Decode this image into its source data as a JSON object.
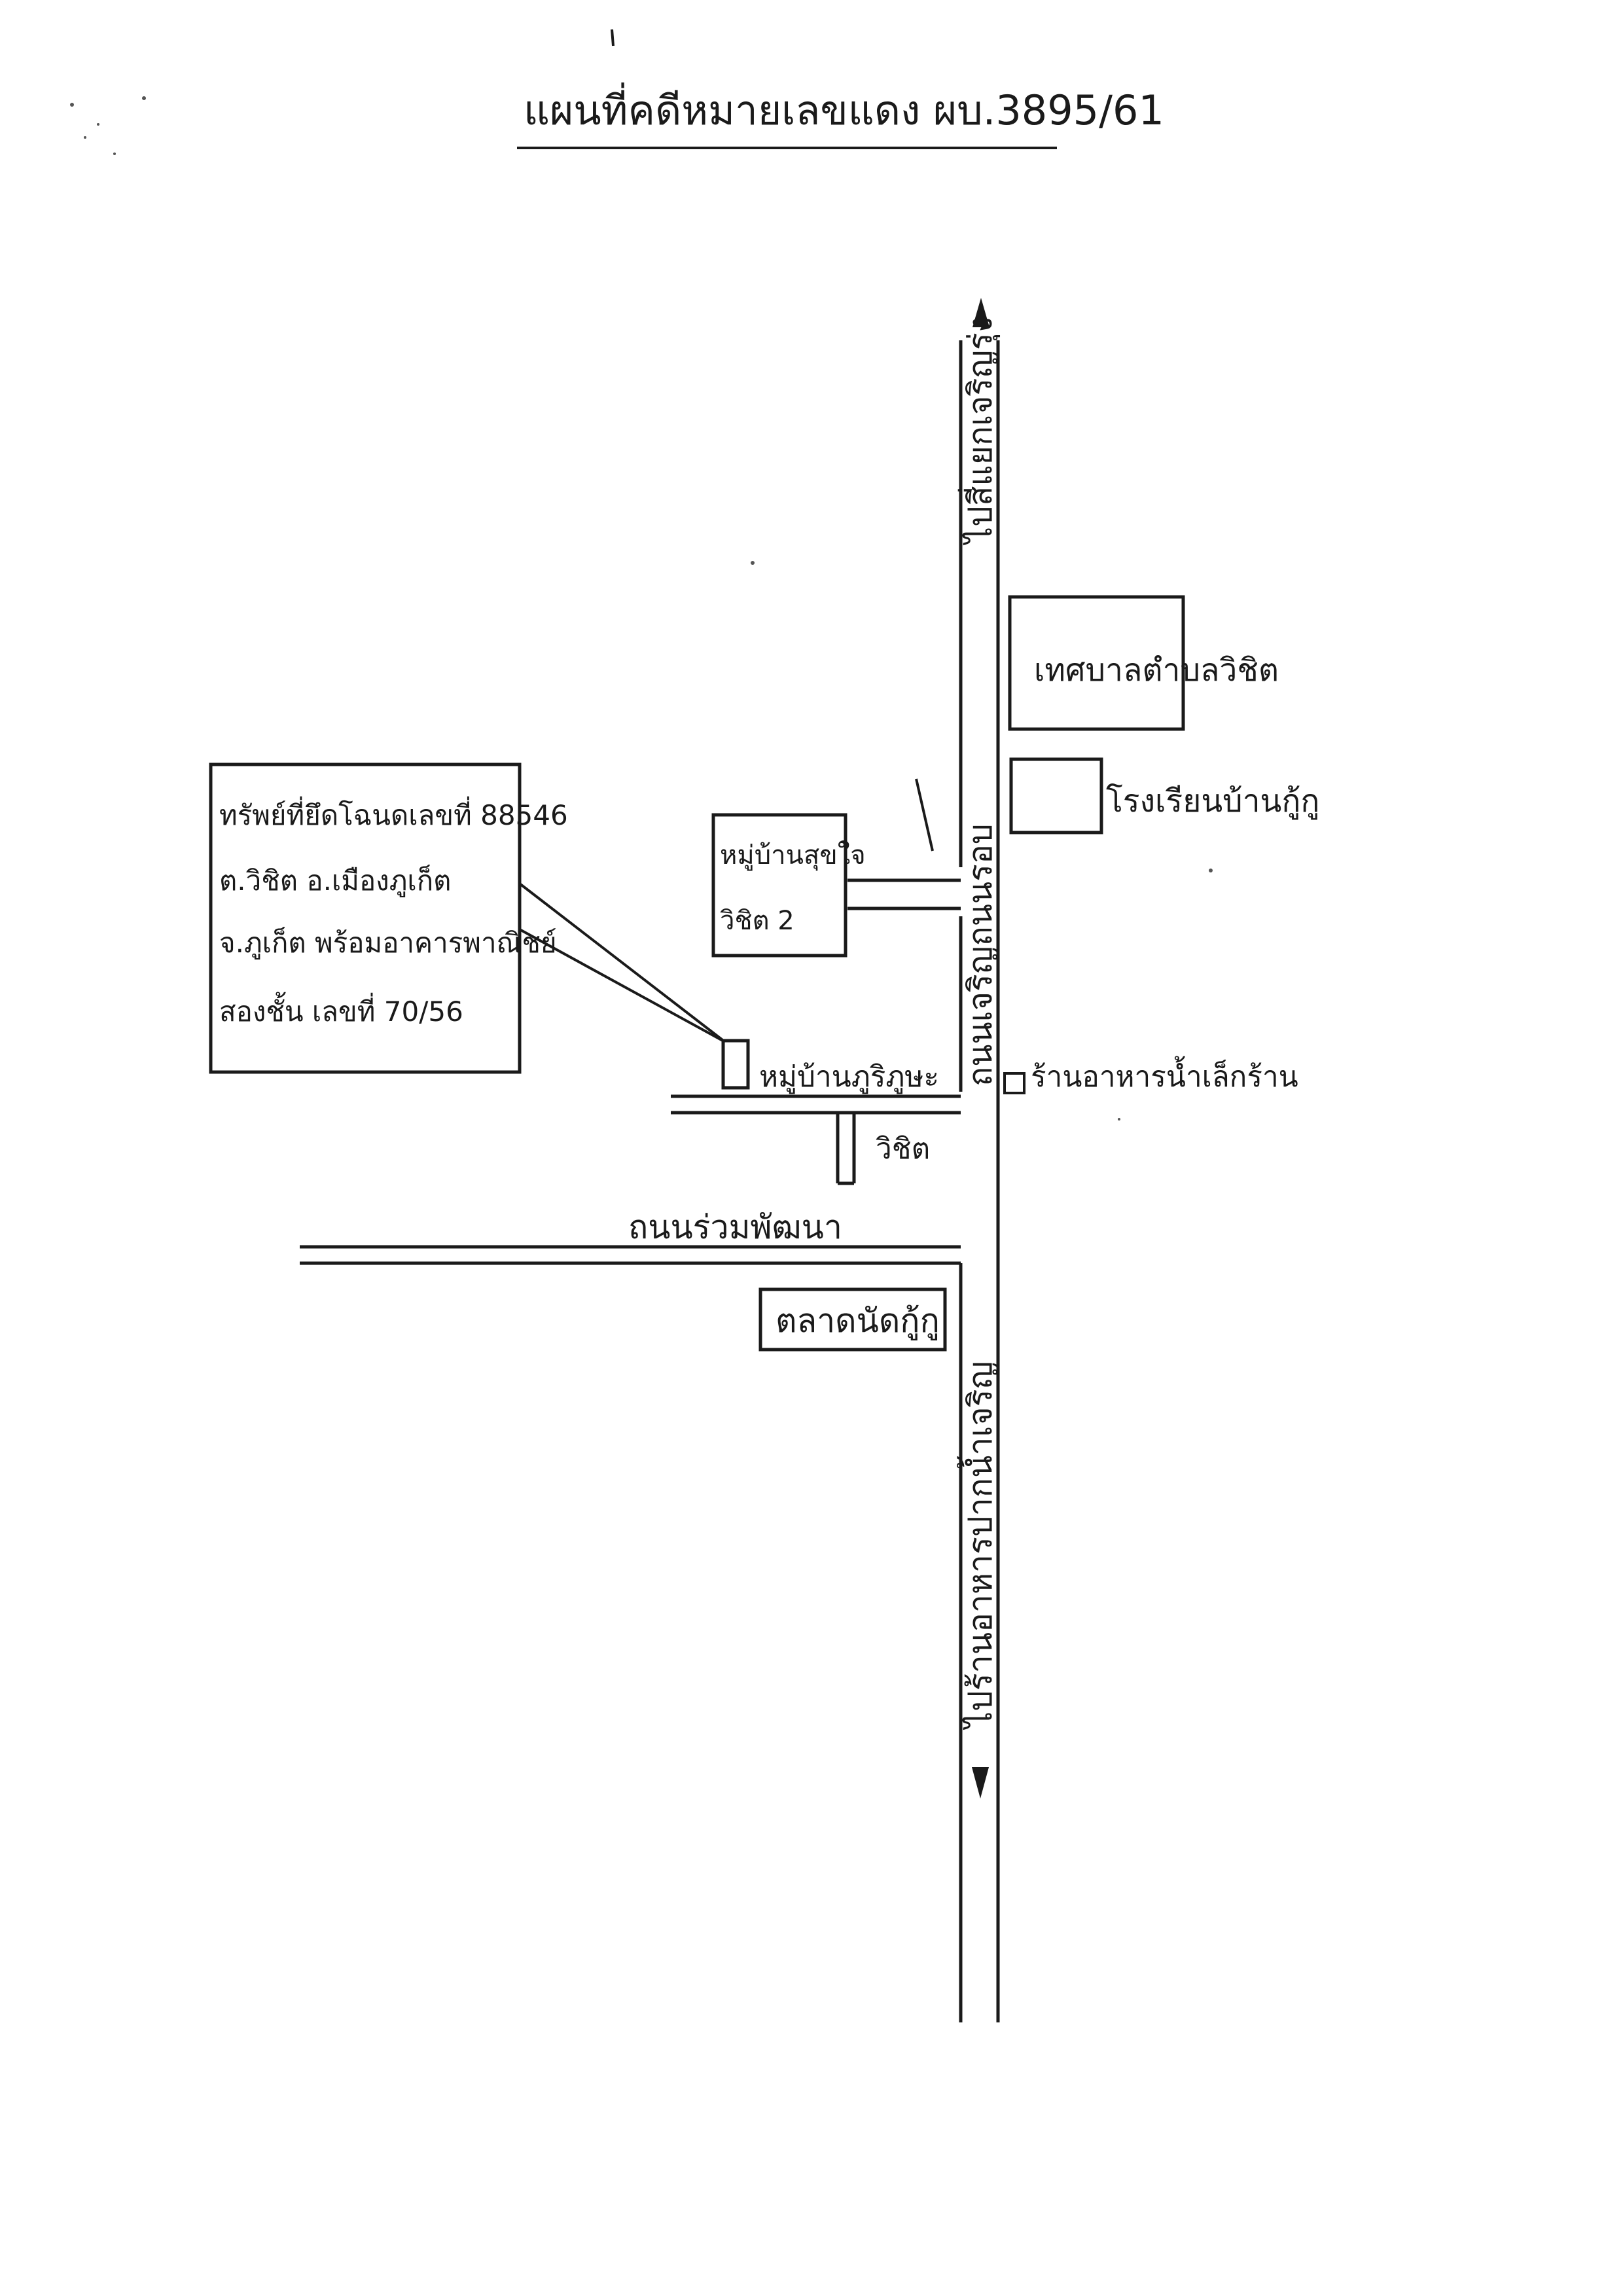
{
  "title": "แผนที่คดีหมายเลขแดง ผบ.3895/61",
  "roads": {
    "north_label": "ไปสี่แยกเจริญรุ่ง",
    "south_label": "ไปร้านอาหารปากน้ำเจริญ",
    "main_road": "ถนนเจริญถนนรอบ",
    "cross_road": "ถนนร่วมพัฒนา"
  },
  "property_box": {
    "line1": "ทรัพย์ที่ยึดโฉนดเลขที่ 88546",
    "line2": "ต.วิชิต อ.เมืองภูเก็ต",
    "line3": "จ.ภูเก็ต พร้อมอาคารพาณิชย์",
    "line4": "สองชั้น เลขที่ 70/56"
  },
  "landmarks": {
    "municipality": "เทศบาลตำบลวิชิต",
    "school": "โรงเรียนบ้านกู้กู",
    "village_a_line1": "หมู่บ้านสุขใจ",
    "village_a_line2": "วิชิต 2",
    "village_b_line1": "หมู่บ้านภูริภูษะ",
    "village_b_line2": "วิชิต",
    "shop": "ร้านอาหารน้ำเล็กร้าน",
    "market": "ตลาดนัดกู้กู"
  },
  "colors": {
    "ink": "#1a1a1a",
    "paper": "#ffffff"
  }
}
